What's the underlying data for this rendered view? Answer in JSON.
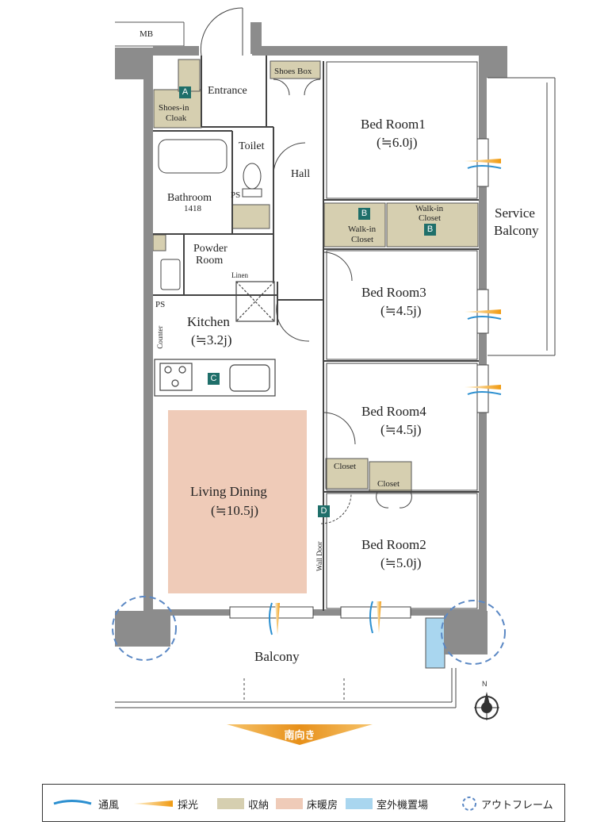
{
  "rooms": {
    "mb": "MB",
    "entrance": "Entrance",
    "shoes_box": "Shoes Box",
    "shoes_in_cloak_1": "Shoes-in",
    "shoes_in_cloak_2": "Cloak",
    "toilet": "Toilet",
    "hall": "Hall",
    "ps_top": "PS",
    "bathroom": "Bathroom",
    "bathroom_size": "1418",
    "powder_room_1": "Powder",
    "powder_room_2": "Room",
    "linen": "Linen",
    "ps_kitchen": "PS",
    "kitchen": "Kitchen",
    "kitchen_size": "(≒3.2j)",
    "counter": "Counter",
    "living_dining": "Living Dining",
    "living_dining_size": "(≒10.5j)",
    "wall_door": "Wall Door",
    "bed_room1": "Bed Room1",
    "bed_room1_size": "(≒6.0j)",
    "walkin_left_1": "Walk-in",
    "walkin_left_2": "Closet",
    "walkin_right_1": "Walk-in",
    "walkin_right_2": "Closet",
    "bed_room3": "Bed Room3",
    "bed_room3_size": "(≒4.5j)",
    "bed_room4": "Bed Room4",
    "bed_room4_size": "(≒4.5j)",
    "closet_left": "Closet",
    "closet_right": "Closet",
    "bed_room2": "Bed Room2",
    "bed_room2_size": "(≒5.0j)",
    "service_balcony_1": "Service",
    "service_balcony_2": "Balcony",
    "balcony": "Balcony"
  },
  "badges": {
    "a": "A",
    "b1": "B",
    "b2": "B",
    "c": "C",
    "d": "D"
  },
  "orientation": {
    "south": "南向き"
  },
  "legend": {
    "ventilation": "通風",
    "lighting": "採光",
    "storage": "収納",
    "floor_heating": "床暖房",
    "outdoor_unit": "室外機置場",
    "outframe": "アウトフレーム"
  },
  "colors": {
    "storage": "#d6cfb0",
    "floor_heating": "#efcbb8",
    "outdoor_unit": "#a9d6ef",
    "ventilation": "#2b8fd0",
    "lighting": "#f0a020",
    "outframe": "#5b88c4",
    "wall": "#8c8c8c",
    "badge": "#1f6f6a"
  }
}
